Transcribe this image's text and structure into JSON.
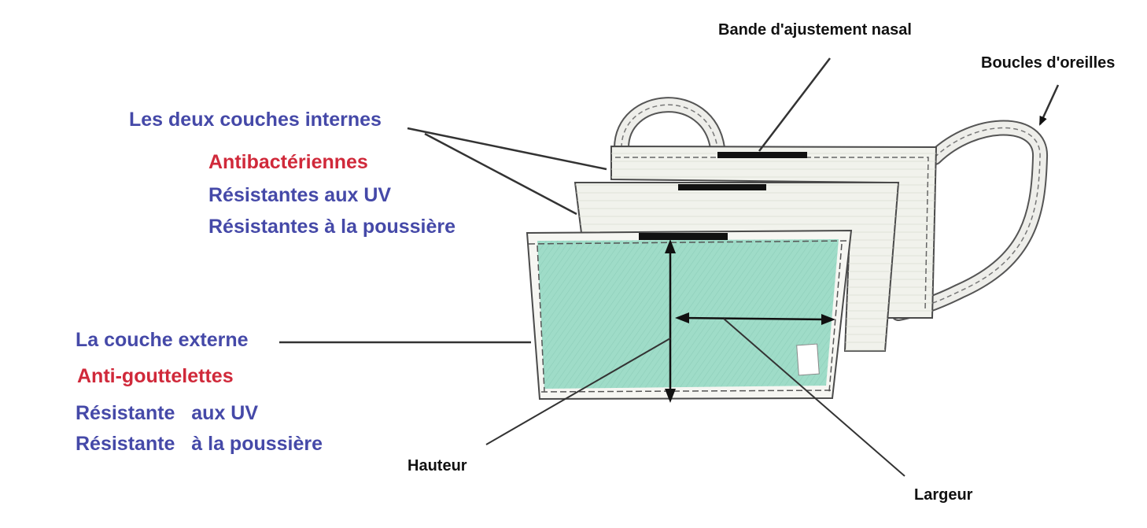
{
  "labels": {
    "nose_band": "Bande d'ajustement nasal",
    "ear_loops": "Boucles d'oreilles",
    "inner_title": "Les deux couches internes",
    "inner_feature_1": "Antibactériennes",
    "inner_feature_2": "Résistantes aux UV",
    "inner_feature_3": "Résistantes à la poussière",
    "outer_title": "La couche externe",
    "outer_feature_1": "Anti-gouttelettes",
    "outer_feature_2": "Résistante   aux UV",
    "outer_feature_3": "Résistante   à la poussière",
    "height": "Hauteur",
    "width": "Largeur"
  },
  "colors": {
    "label_blue": "#4549a8",
    "label_red": "#d0293a",
    "label_black": "#111111",
    "outer_layer_fill": "#9fdcc8",
    "inner_layer_fill": "#f1f2ec",
    "line": "#333333"
  }
}
